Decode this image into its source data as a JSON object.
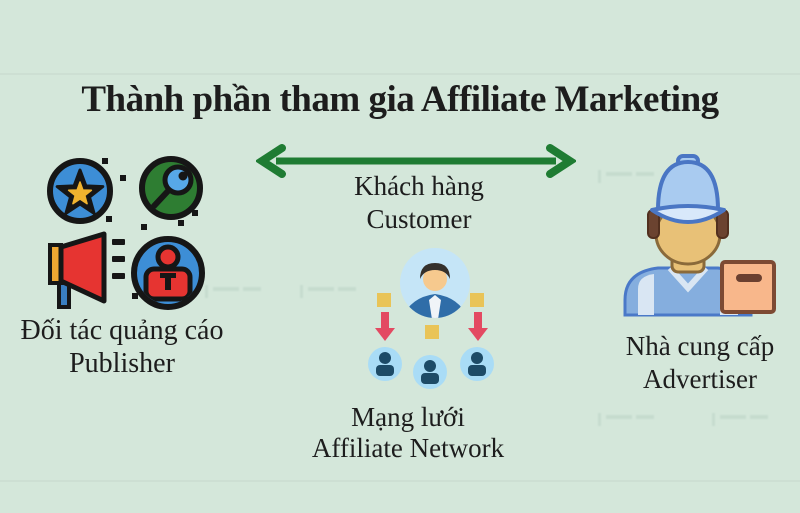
{
  "title": "Thành phần tham gia Affiliate Marketing",
  "groups": {
    "customer": {
      "label_vi": "Khách hàng",
      "label_en": "Customer"
    },
    "publisher": {
      "label_vi": "Đối tác quảng cáo",
      "label_en": "Publisher"
    },
    "network": {
      "label_vi": "Mạng lưới",
      "label_en": "Affiliate Network"
    },
    "advertiser": {
      "label_vi": "Nhà cung cấp",
      "label_en": "Advertiser"
    }
  },
  "icons": {
    "customer": [
      "double-arrow-icon"
    ],
    "publisher": [
      "star-badge-icon",
      "search-magnifier-icon",
      "megaphone-icon",
      "user-lock-icon",
      "square-dots"
    ],
    "network": [
      "customer-avatar-icon",
      "yellow-square-icon",
      "down-arrow-icon",
      "user-circle-icon"
    ],
    "advertiser": [
      "delivery-worker-icon",
      "package-box-icon"
    ]
  },
  "colors": {
    "background": "#d4e7da",
    "text": "#1d1d1d",
    "arrow_green": "#1f7c33",
    "icon_blue": "#3d8ed6",
    "icon_green": "#2e7d32",
    "icon_red": "#e63431",
    "icon_yellow": "#f0a832",
    "network_circle_blue": "#c5e5f7",
    "network_small_circle_blue": "#a9dcf6",
    "network_person_navy": "#1d4b67",
    "network_arrow_pink": "#e34a62",
    "network_square_yellow": "#e9c457",
    "worker_cap_blue": "#a9cbf0",
    "worker_skin": "#e8c177",
    "worker_shirt_blue": "#85aede",
    "box_orange": "#f8b78b"
  }
}
